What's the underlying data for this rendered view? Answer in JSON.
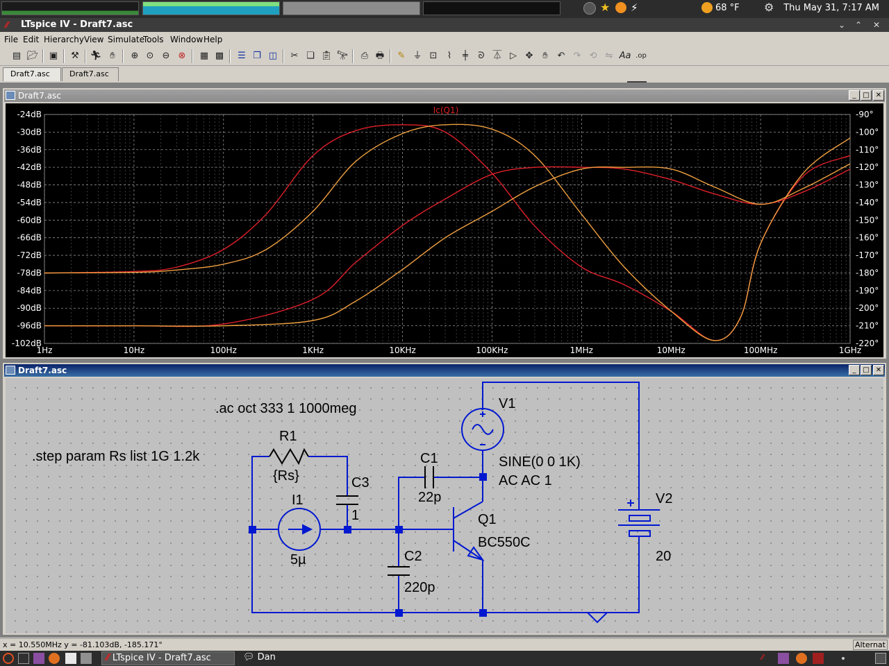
{
  "system": {
    "clock": "Thu May 31,  7:17 AM",
    "weather": "68 °F"
  },
  "window": {
    "title": "LTspice IV - Draft7.asc",
    "controls": {
      "minimize": "⌄",
      "maximize": "⌃",
      "close": "✕"
    }
  },
  "menu": [
    "File",
    "Edit",
    "Hierarchy",
    "View",
    "Simulate",
    "Tools",
    "Window",
    "Help"
  ],
  "tabs": [
    {
      "label": "Draft7.asc",
      "active": true
    },
    {
      "label": "Draft7.asc",
      "active": false
    }
  ],
  "plot_window": {
    "title": "Draft7.asc",
    "trace_label": "Ic(Q1)"
  },
  "schematic_window": {
    "title": "Draft7.asc",
    "directives": {
      "ac": ".ac oct 333 1 1000meg",
      "step": ".step param Rs list 1G 1.2k"
    },
    "components": {
      "R1": {
        "name": "R1",
        "value": "{Rs}"
      },
      "C3": {
        "name": "C3",
        "value": "1"
      },
      "I1": {
        "name": "I1",
        "value": "5µ"
      },
      "C1": {
        "name": "C1",
        "value": "22p"
      },
      "C2": {
        "name": "C2",
        "value": "220p"
      },
      "Q1": {
        "name": "Q1",
        "value": "BC550C"
      },
      "V1": {
        "name": "V1",
        "value1": "SINE(0 0 1K)",
        "value2": "AC AC 1"
      },
      "V2": {
        "name": "V2",
        "value": "20"
      }
    }
  },
  "status": {
    "coords": "x = 10.550MHz    y = -81.103dB, -185.171°",
    "mode": "Alternat"
  },
  "taskbar": {
    "app_task": "LTspice IV - Draft7.asc",
    "other_task": "Dan"
  },
  "colors": {
    "trace_red": "#e0202a",
    "trace_orange": "#f0a040",
    "wire_blue": "#0018d0",
    "plot_bg": "#000000"
  },
  "chart_data": {
    "type": "line",
    "title": "Ic(Q1)",
    "x_scale": "log",
    "x_tick_labels": [
      "1Hz",
      "10Hz",
      "100Hz",
      "1KHz",
      "10KHz",
      "100KHz",
      "1MHz",
      "10MHz",
      "100MHz",
      "1GHz"
    ],
    "x_ticks": [
      1,
      10,
      100,
      1000,
      10000,
      100000,
      1000000,
      10000000,
      100000000,
      1000000000
    ],
    "xlim": [
      1,
      1000000000
    ],
    "y_left_label_unit": "dB",
    "y_left_ticks": [
      -24,
      -30,
      -36,
      -42,
      -48,
      -54,
      -60,
      -66,
      -72,
      -78,
      -84,
      -90,
      -96,
      -102
    ],
    "y_left_tick_labels": [
      "-24dB",
      "-30dB",
      "-36dB",
      "-42dB",
      "-48dB",
      "-54dB",
      "-60dB",
      "-66dB",
      "-72dB",
      "-78dB",
      "-84dB",
      "-90dB",
      "-96dB",
      "-102dB"
    ],
    "ylim_left": [
      -102,
      -24
    ],
    "y_right_ticks": [
      -90,
      -100,
      -110,
      -120,
      -130,
      -140,
      -150,
      -160,
      -170,
      -180,
      -190,
      -200,
      -210,
      -220
    ],
    "y_right_tick_labels": [
      "-90°",
      "-100°",
      "-110°",
      "-120°",
      "-130°",
      "-140°",
      "-150°",
      "-160°",
      "-170°",
      "-180°",
      "-190°",
      "-200°",
      "-210°",
      "-220°"
    ],
    "ylim_right": [
      -220,
      -90
    ],
    "grid": true,
    "series": [
      {
        "color": "#e0202a",
        "axis": "left",
        "x": [
          1,
          10,
          30,
          100,
          300,
          1000,
          3000,
          10000,
          30000,
          100000,
          300000,
          1000000,
          3000000,
          10000000,
          30000000,
          60000000,
          100000000,
          300000000,
          1000000000
        ],
        "y": [
          -78,
          -77.5,
          -76,
          -70,
          -58,
          -38,
          -29.5,
          -27.5,
          -30,
          -44,
          -62,
          -76,
          -82,
          -91,
          -101,
          -93,
          -68,
          -45,
          -38
        ]
      },
      {
        "color": "#f0a040",
        "axis": "left",
        "x": [
          1,
          10,
          30,
          100,
          300,
          1000,
          3000,
          10000,
          30000,
          100000,
          300000,
          1000000,
          3000000,
          10000000,
          30000000,
          60000000,
          100000000,
          300000000,
          1000000000
        ],
        "y": [
          -78,
          -77.8,
          -77,
          -75,
          -70,
          -57,
          -40,
          -30.5,
          -27.5,
          -29,
          -38,
          -58,
          -76,
          -91,
          -101,
          -93,
          -68,
          -44,
          -32
        ]
      },
      {
        "color": "#e0202a",
        "axis": "right",
        "x": [
          1,
          10,
          100,
          1000,
          3000,
          10000,
          30000,
          100000,
          300000,
          1000000,
          3000000,
          10000000,
          30000000,
          100000000,
          300000000,
          1000000000
        ],
        "y": [
          -210,
          -210,
          -209,
          -195,
          -174,
          -153,
          -138,
          -124,
          -120,
          -120,
          -121,
          -127,
          -135,
          -141,
          -134,
          -121
        ]
      },
      {
        "color": "#f0a040",
        "axis": "right",
        "x": [
          1,
          10,
          100,
          1000,
          3000,
          10000,
          30000,
          100000,
          300000,
          1000000,
          3000000,
          10000000,
          30000000,
          100000000,
          300000000,
          1000000000
        ],
        "y": [
          -210,
          -210,
          -210,
          -207,
          -196,
          -178,
          -160,
          -145,
          -131,
          -121,
          -120,
          -121,
          -131,
          -141,
          -132,
          -118
        ]
      }
    ]
  }
}
